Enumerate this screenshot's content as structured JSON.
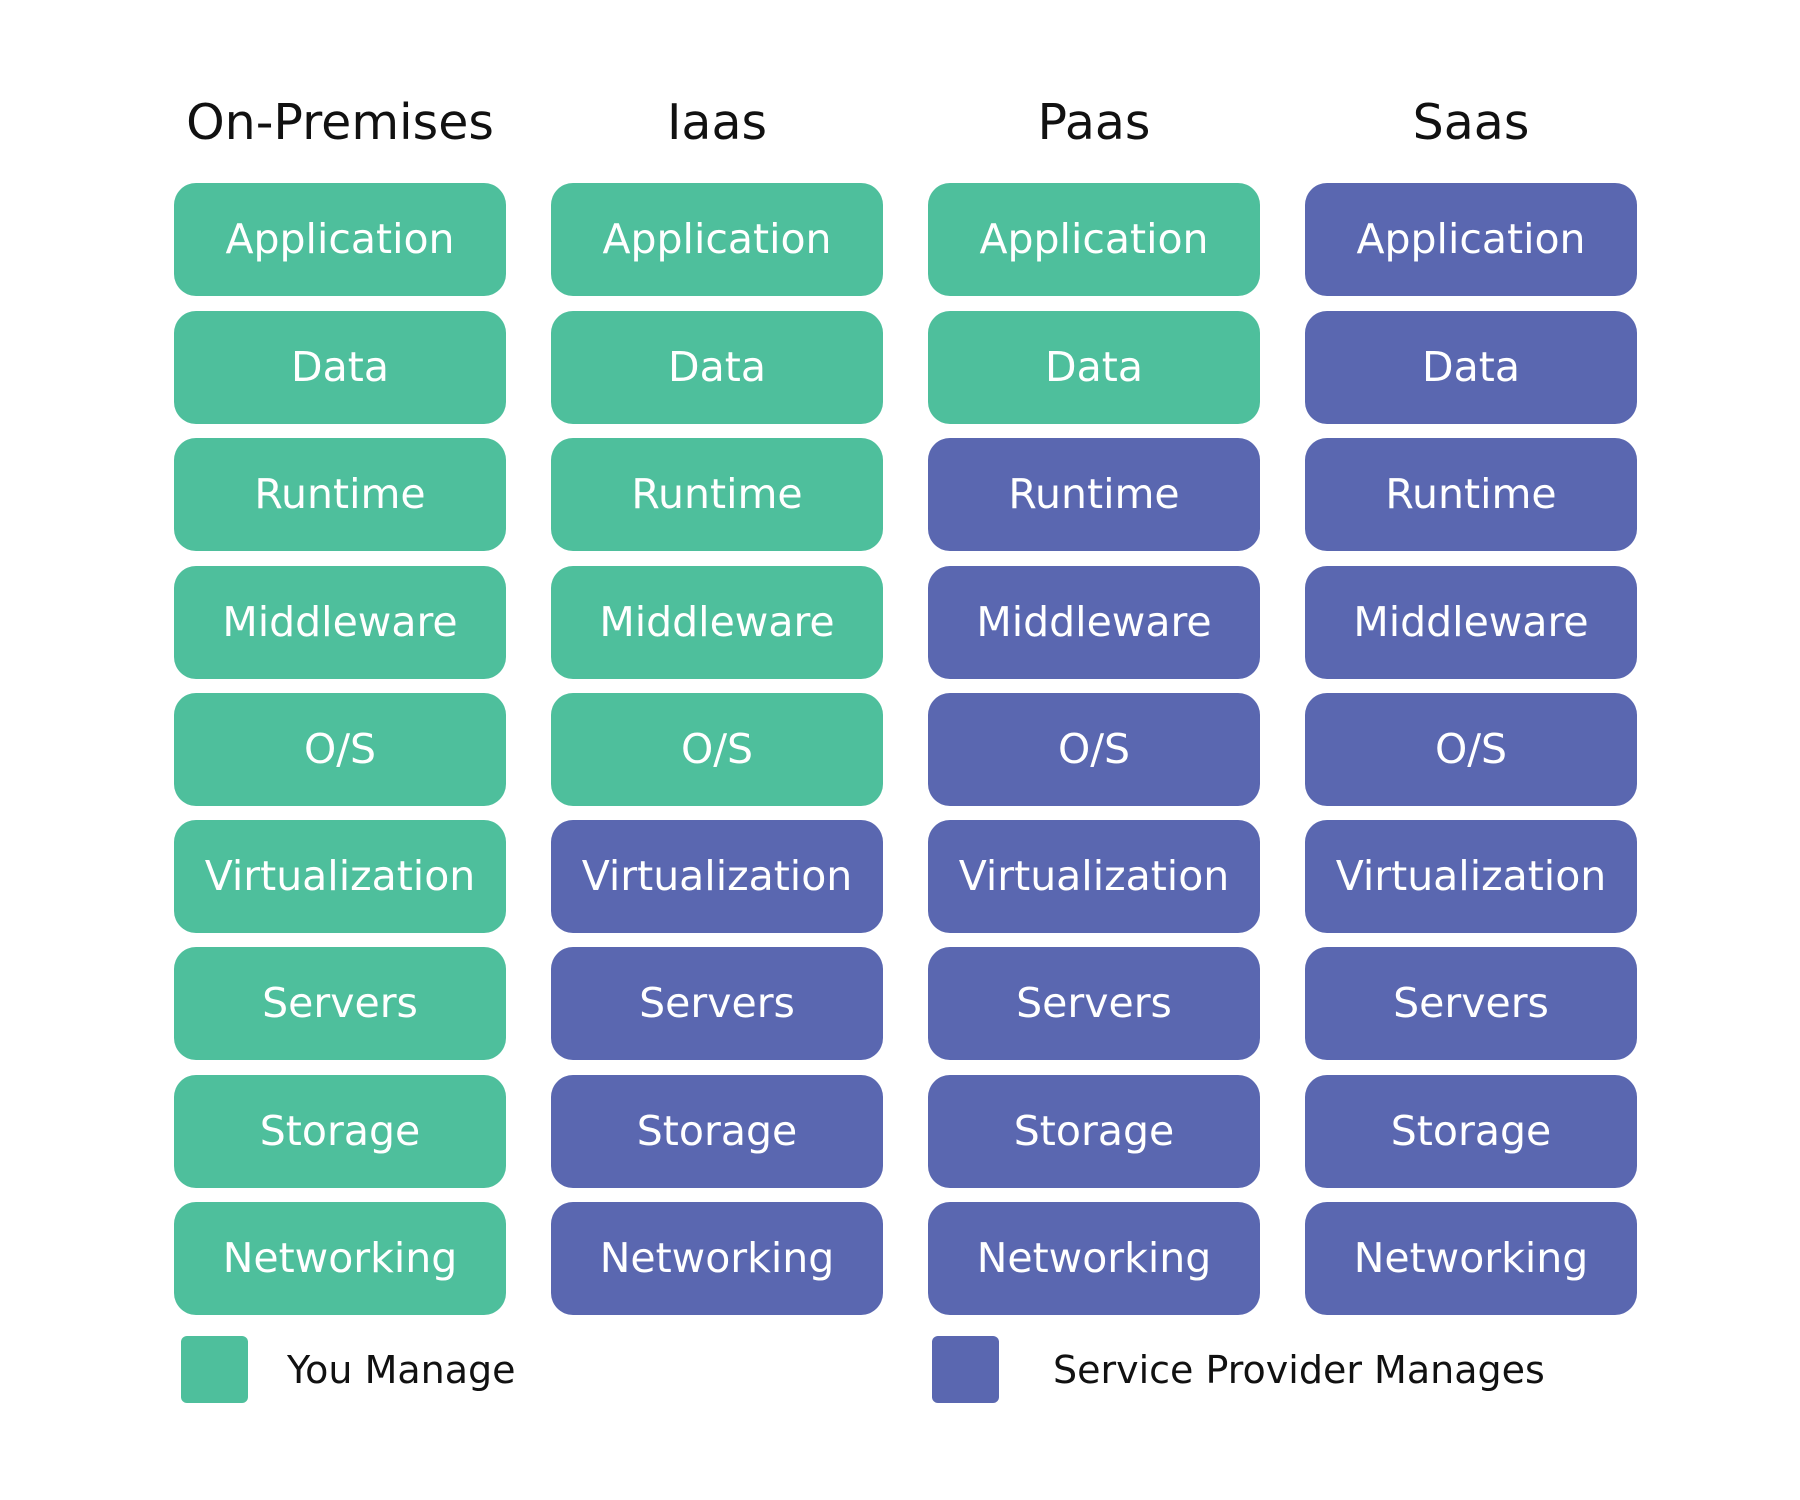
{
  "colors": {
    "you_manage": "#4ebf9c",
    "provider_manages": "#5a67b0"
  },
  "columns": [
    {
      "title": "On-Premises",
      "cells": [
        {
          "label": "Application",
          "managed_by": "you"
        },
        {
          "label": "Data",
          "managed_by": "you"
        },
        {
          "label": "Runtime",
          "managed_by": "you"
        },
        {
          "label": "Middleware",
          "managed_by": "you"
        },
        {
          "label": "O/S",
          "managed_by": "you"
        },
        {
          "label": "Virtualization",
          "managed_by": "you"
        },
        {
          "label": "Servers",
          "managed_by": "you"
        },
        {
          "label": "Storage",
          "managed_by": "you"
        },
        {
          "label": "Networking",
          "managed_by": "you"
        }
      ]
    },
    {
      "title": "Iaas",
      "cells": [
        {
          "label": "Application",
          "managed_by": "you"
        },
        {
          "label": "Data",
          "managed_by": "you"
        },
        {
          "label": "Runtime",
          "managed_by": "you"
        },
        {
          "label": "Middleware",
          "managed_by": "you"
        },
        {
          "label": "O/S",
          "managed_by": "you"
        },
        {
          "label": "Virtualization",
          "managed_by": "provider"
        },
        {
          "label": "Servers",
          "managed_by": "provider"
        },
        {
          "label": "Storage",
          "managed_by": "provider"
        },
        {
          "label": "Networking",
          "managed_by": "provider"
        }
      ]
    },
    {
      "title": "Paas",
      "cells": [
        {
          "label": "Application",
          "managed_by": "you"
        },
        {
          "label": "Data",
          "managed_by": "you"
        },
        {
          "label": "Runtime",
          "managed_by": "provider"
        },
        {
          "label": "Middleware",
          "managed_by": "provider"
        },
        {
          "label": "O/S",
          "managed_by": "provider"
        },
        {
          "label": "Virtualization",
          "managed_by": "provider"
        },
        {
          "label": "Servers",
          "managed_by": "provider"
        },
        {
          "label": "Storage",
          "managed_by": "provider"
        },
        {
          "label": "Networking",
          "managed_by": "provider"
        }
      ]
    },
    {
      "title": "Saas",
      "cells": [
        {
          "label": "Application",
          "managed_by": "provider"
        },
        {
          "label": "Data",
          "managed_by": "provider"
        },
        {
          "label": "Runtime",
          "managed_by": "provider"
        },
        {
          "label": "Middleware",
          "managed_by": "provider"
        },
        {
          "label": "O/S",
          "managed_by": "provider"
        },
        {
          "label": "Virtualization",
          "managed_by": "provider"
        },
        {
          "label": "Servers",
          "managed_by": "provider"
        },
        {
          "label": "Storage",
          "managed_by": "provider"
        },
        {
          "label": "Networking",
          "managed_by": "provider"
        }
      ]
    }
  ],
  "legend": {
    "you_manage_label": "You Manage",
    "provider_manages_label": "Service Provider Manages"
  }
}
